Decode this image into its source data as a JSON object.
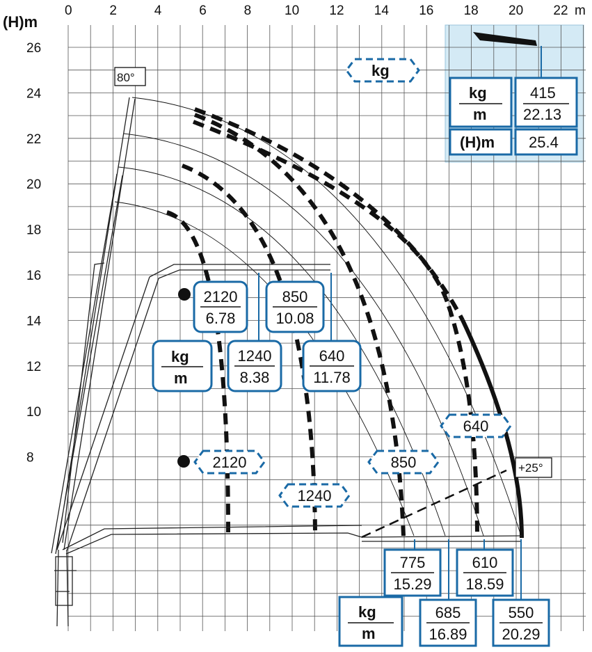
{
  "axes": {
    "y_title": "(H)m",
    "x_unit": "m",
    "x_ticks": [
      "0",
      "2",
      "4",
      "6",
      "8",
      "10",
      "12",
      "14",
      "16",
      "18",
      "20",
      "22"
    ],
    "y_ticks": [
      "26",
      "24",
      "22",
      "20",
      "18",
      "16",
      "14",
      "12",
      "10",
      "8"
    ]
  },
  "annotations": {
    "angle_top": "80°",
    "angle_bottom": "+25°"
  },
  "legend": {
    "kg_header": "kg",
    "unit_kg": "kg",
    "unit_m": "m",
    "h_label": "(H)m",
    "tip_load": "415",
    "tip_reach": "22.13",
    "tip_height": "25.4"
  },
  "mid_unit": {
    "kg": "kg",
    "m": "m"
  },
  "bottom_unit": {
    "kg": "kg",
    "m": "m"
  },
  "load_points": [
    {
      "kg": "2120",
      "m": "6.78"
    },
    {
      "kg": "1240",
      "m": "8.38"
    },
    {
      "kg": "850",
      "m": "10.08"
    },
    {
      "kg": "640",
      "m": "11.78"
    },
    {
      "kg": "775",
      "m": "15.29"
    },
    {
      "kg": "685",
      "m": "16.89"
    },
    {
      "kg": "610",
      "m": "18.59"
    },
    {
      "kg": "550",
      "m": "20.29"
    }
  ],
  "dashed_labels": [
    "2120",
    "1240",
    "850",
    "640"
  ],
  "colors": {
    "accent": "#1a6aa6",
    "panel": "#d4eaf5"
  }
}
